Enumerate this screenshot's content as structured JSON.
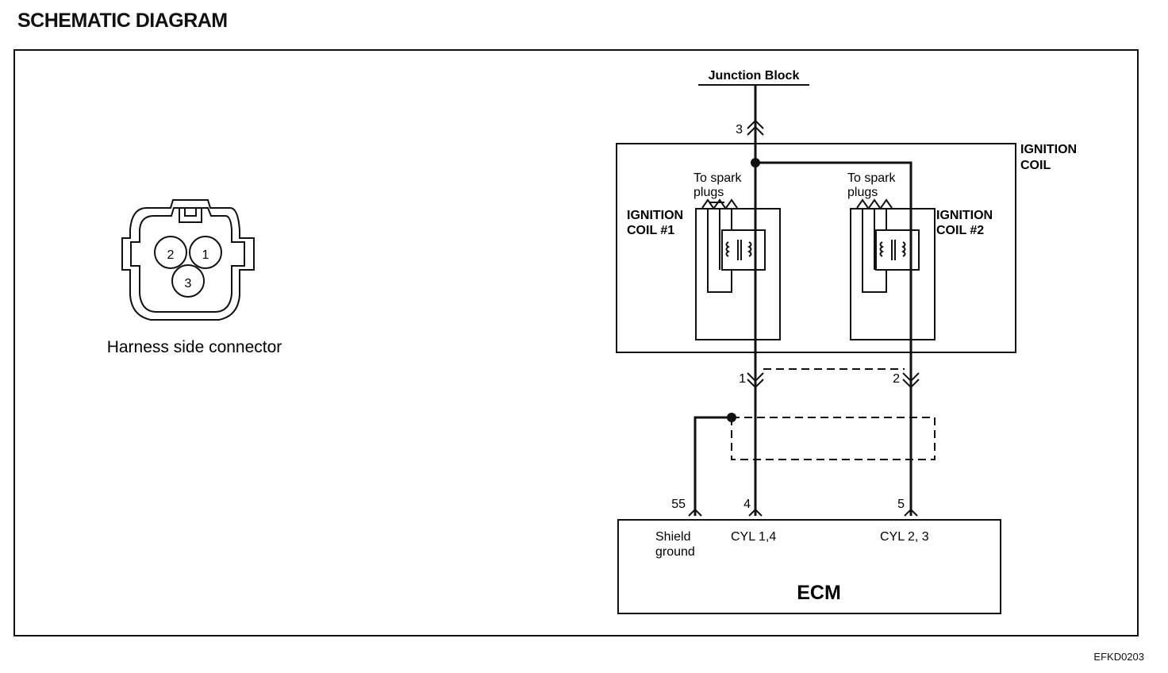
{
  "title": "SCHEMATIC DIAGRAM",
  "figure_code": "EFKD0203",
  "connector": {
    "caption": "Harness side connector",
    "pins": [
      "2",
      "1",
      "3"
    ]
  },
  "junction_block": {
    "label": "Junction Block",
    "pin": "3"
  },
  "ignition_coil": {
    "label_line1": "IGNITION",
    "label_line2": "COIL",
    "coil1": {
      "label_line1": "IGNITION",
      "label_line2": "COIL #1",
      "spark_line1": "To spark",
      "spark_line2": "plugs",
      "pin": "1"
    },
    "coil2": {
      "label_line1": "IGNITION",
      "label_line2": "COIL #2",
      "spark_line1": "To spark",
      "spark_line2": "plugs",
      "pin": "2"
    }
  },
  "ecm": {
    "label": "ECM",
    "terminals": [
      {
        "pin": "55",
        "label_line1": "Shield",
        "label_line2": "ground"
      },
      {
        "pin": "4",
        "label_line1": "CYL 1,4",
        "label_line2": ""
      },
      {
        "pin": "5",
        "label_line1": "CYL 2, 3",
        "label_line2": ""
      }
    ]
  }
}
